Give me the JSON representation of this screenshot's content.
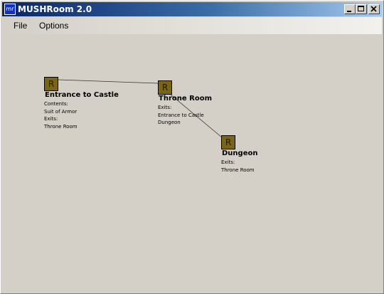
{
  "window": {
    "title": "MUSHRoom 2.0",
    "icon_label": "mr",
    "controls": [
      "minimize-icon",
      "maximize-icon",
      "close-icon"
    ]
  },
  "menu": {
    "file": "File",
    "options": "Options"
  },
  "rooms": {
    "entrance": {
      "glyph": "R",
      "name": "Entrance to Castle",
      "lines": [
        "Contents:",
        "Suit of Armor",
        "Exits:",
        "Throne Room"
      ]
    },
    "throne": {
      "glyph": "R",
      "name": "Throne Room",
      "lines": [
        "Exits:",
        "Entrance to Castle",
        "Dungeon"
      ]
    },
    "dungeon": {
      "glyph": "R",
      "name": "Dungeon",
      "lines": [
        "Exits:",
        "Throne Room"
      ]
    }
  },
  "colors": {
    "room_fill": "#7a6415",
    "background": "#d4d0c8",
    "title_start": "#0a246a",
    "title_end": "#a6caf0"
  }
}
